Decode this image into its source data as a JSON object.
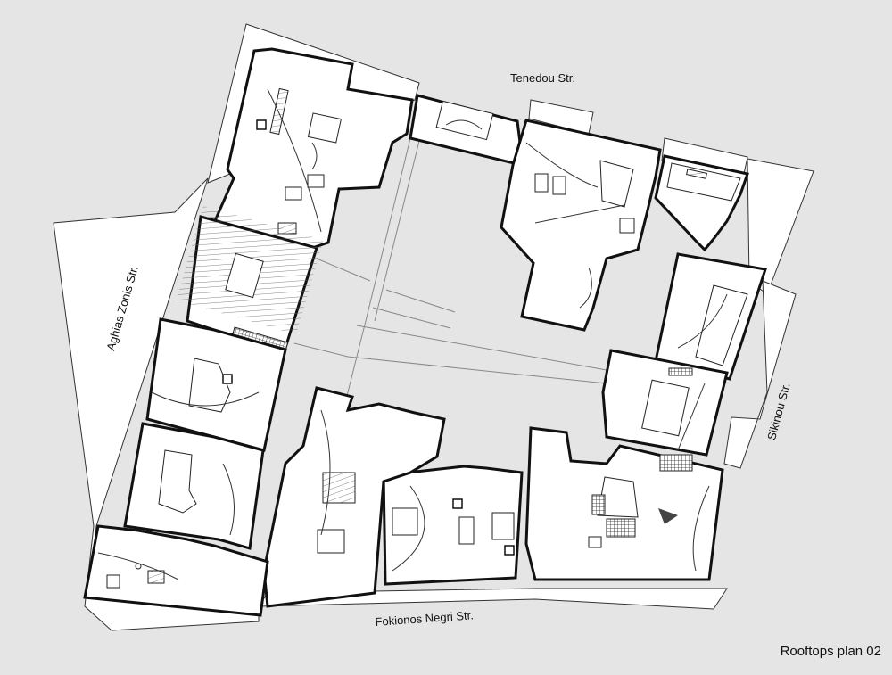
{
  "title": "Rooftops plan 02",
  "streets": {
    "north": "Tenedou Str.",
    "south": "Fokionos Negri Str.",
    "west": "Aghias Zonis Str.",
    "east": "Sikinou Str."
  },
  "colors": {
    "background": "#e5e5e5",
    "roof_fill": "#ffffff",
    "sidewalk_fill": "#ffffff",
    "line": "#111111",
    "hatch": "#777777"
  }
}
